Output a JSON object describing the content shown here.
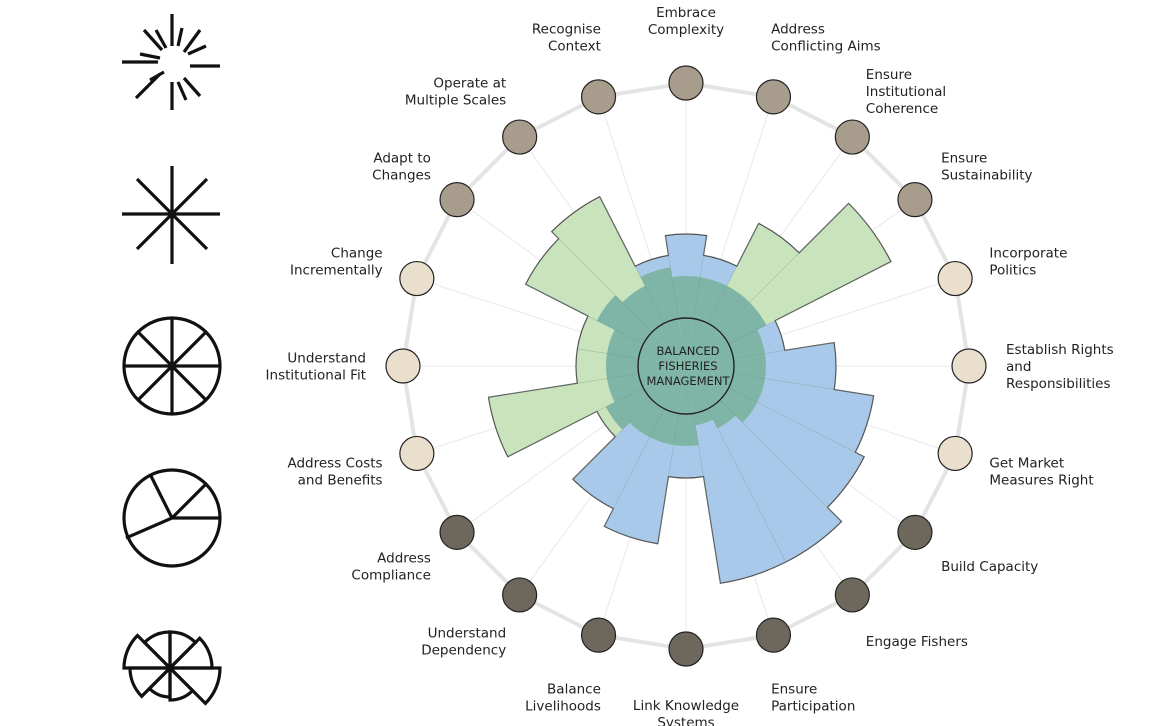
{
  "diagram": {
    "center_label": [
      "BALANCED",
      "FISHERIES",
      "MANAGEMENT"
    ],
    "colors": {
      "ring": "#e4e4e4",
      "spoke": "#e8e8e8",
      "series_a": "#a9c9ea",
      "series_b": "#c9e3bd",
      "overlap": "#7fb5a6",
      "outline": "#555555",
      "node_dark": "#6e675c",
      "node_mid": "#a89d8c",
      "node_light": "#e9dfcc"
    },
    "principles": [
      {
        "label": [
          "Embrace",
          "Complexity"
        ],
        "group": "mid"
      },
      {
        "label": [
          "Address",
          "Conflicting Aims"
        ],
        "group": "mid"
      },
      {
        "label": [
          "Ensure",
          "Institutional",
          "Coherence"
        ],
        "group": "mid"
      },
      {
        "label": [
          "Ensure",
          "Sustainability"
        ],
        "group": "mid"
      },
      {
        "label": [
          "Incorporate",
          "Politics"
        ],
        "group": "light"
      },
      {
        "label": [
          "Establish Rights",
          "and",
          "Responsibilities"
        ],
        "group": "light"
      },
      {
        "label": [
          "Get Market",
          "Measures Right"
        ],
        "group": "light"
      },
      {
        "label": [
          "Build Capacity"
        ],
        "group": "dark"
      },
      {
        "label": [
          "Engage Fishers"
        ],
        "group": "dark"
      },
      {
        "label": [
          "Ensure",
          "Participation"
        ],
        "group": "dark"
      },
      {
        "label": [
          "Link Knowledge",
          "Systems"
        ],
        "group": "dark"
      },
      {
        "label": [
          "Balance",
          "Livelihoods"
        ],
        "group": "dark"
      },
      {
        "label": [
          "Understand",
          "Dependency"
        ],
        "group": "dark"
      },
      {
        "label": [
          "Address",
          "Compliance"
        ],
        "group": "dark"
      },
      {
        "label": [
          "Address Costs",
          "and Benefits"
        ],
        "group": "light"
      },
      {
        "label": [
          "Understand",
          "Institutional Fit"
        ],
        "group": "light"
      },
      {
        "label": [
          "Change",
          "Incrementally"
        ],
        "group": "light"
      },
      {
        "label": [
          "Adapt to",
          "Changes"
        ],
        "group": "mid"
      },
      {
        "label": [
          "Operate at",
          "Multiple Scales"
        ],
        "group": "mid"
      },
      {
        "label": [
          "Recognise",
          "Context"
        ],
        "group": "mid"
      }
    ],
    "series": [
      {
        "key": "series_a",
        "values": [
          0.66,
          0.56,
          0.45,
          0.45,
          0.5,
          0.75,
          0.95,
          1.0,
          1.1,
          1.1,
          0.56,
          0.9,
          0.8,
          0.45,
          0.4,
          0.4,
          0.4,
          0.5,
          0.45,
          0.56
        ]
      },
      {
        "key": "series_b",
        "values": [
          0.45,
          0.45,
          0.8,
          1.15,
          0.4,
          0.4,
          0.4,
          0.4,
          0.35,
          0.3,
          0.4,
          0.4,
          0.4,
          0.5,
          1.0,
          0.55,
          0.55,
          0.9,
          0.95,
          0.5
        ]
      }
    ],
    "legend_icons": [
      "burst-icon",
      "star-spokes-icon",
      "segmented-circle-icon",
      "pie-slices-icon",
      "rose-icon"
    ]
  }
}
